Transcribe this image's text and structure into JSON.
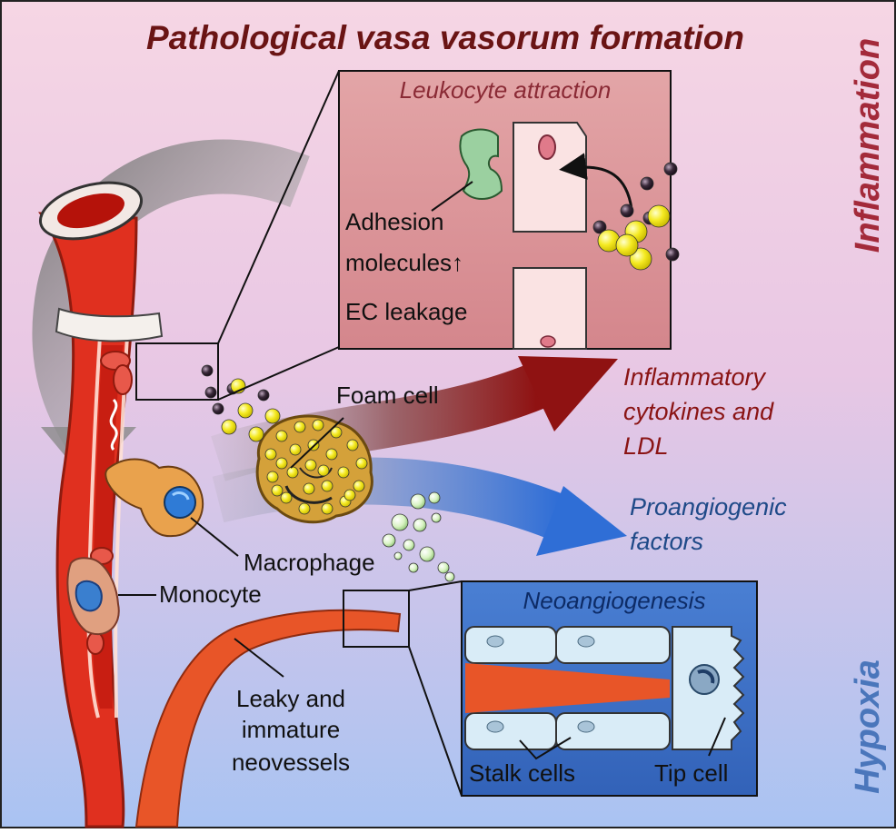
{
  "title": "Pathological vasa vasorum formation",
  "side_labels": {
    "top": "Inflammation",
    "bottom": "Hypoxia"
  },
  "top_panel": {
    "title": "Leukocyte attraction",
    "adhesion_line1": "Adhesion",
    "adhesion_line2": "molecules↑",
    "leakage": "EC leakage"
  },
  "bottom_panel": {
    "title": "Neoangiogenesis",
    "stalk": "Stalk cells",
    "tip": "Tip cell"
  },
  "labels": {
    "foam_cell": "Foam cell",
    "macrophage": "Macrophage",
    "monocyte": "Monocyte",
    "leaky_line1": "Leaky and",
    "leaky_line2": "immature",
    "leaky_line3": "neovessels"
  },
  "outputs": {
    "inflammatory_line1": "Inflammatory",
    "inflammatory_line2": "cytokines and",
    "inflammatory_line3": "LDL",
    "proangiogenic_line1": "Proangiogenic",
    "proangiogenic_line2": "factors"
  },
  "colors": {
    "bg_top": "#f3cfe0",
    "bg_bottom": "#a9c3f2",
    "title": "#6a1414",
    "inflammation": "#a32a3a",
    "hypoxia": "#2f5fa8",
    "vessel": "#e3301f",
    "vessel_dark": "#a81c10",
    "panel_top": "#db8f94",
    "panel_bottom": "#3a6fc7",
    "lipid": "#f4ea20"
  }
}
